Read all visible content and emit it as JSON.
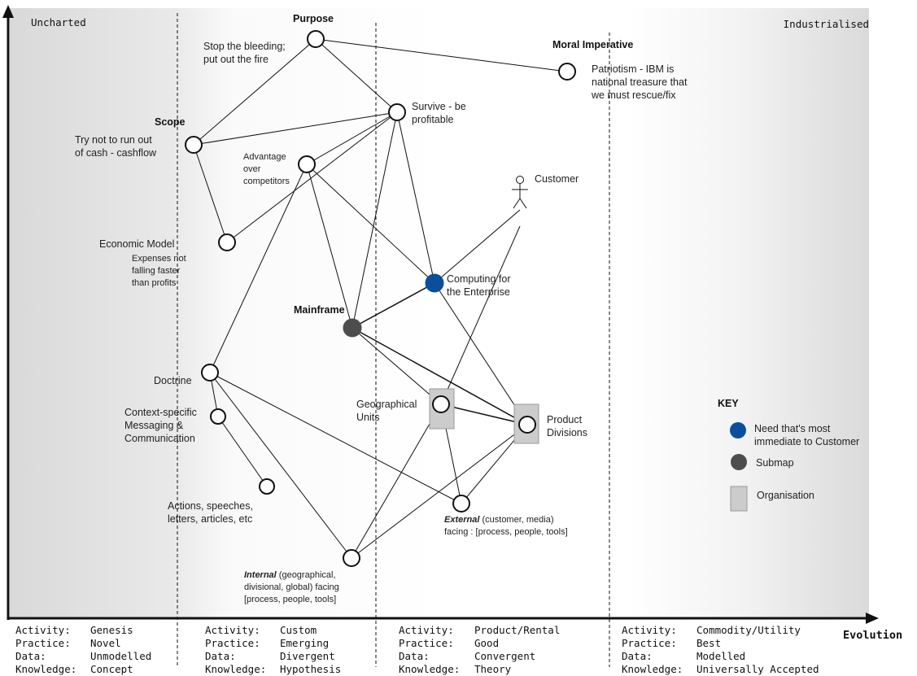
{
  "corner_labels": {
    "left": "Uncharted",
    "right": "Industrialised"
  },
  "axis": {
    "x_label": "Evolution"
  },
  "stage_columns": [
    {
      "activity_key": "Activity:",
      "activity": "Genesis",
      "practice_key": "Practice:",
      "practice": "Novel",
      "data_key": "Data:",
      "data": "Unmodelled",
      "knowledge_key": "Knowledge:",
      "knowledge": "Concept"
    },
    {
      "activity_key": "Activity:",
      "activity": "Custom",
      "practice_key": "Practice:",
      "practice": "Emerging",
      "data_key": "Data:",
      "data": "Divergent",
      "knowledge_key": "Knowledge:",
      "knowledge": "Hypothesis"
    },
    {
      "activity_key": "Activity:",
      "activity": "Product/Rental",
      "practice_key": "Practice:",
      "practice": "Good",
      "data_key": "Data:",
      "data": "Convergent",
      "knowledge_key": "Knowledge:",
      "knowledge": "Theory"
    },
    {
      "activity_key": "Activity:",
      "activity": "Commodity/Utility",
      "practice_key": "Practice:",
      "practice": "Best",
      "data_key": "Data:",
      "data": "Modelled",
      "knowledge_key": "Knowledge:",
      "knowledge": "Universally Accepted"
    }
  ],
  "headings": {
    "purpose": "Purpose",
    "moral_imperative": "Moral Imperative",
    "scope": "Scope",
    "mainframe": "Mainframe",
    "key": "KEY"
  },
  "labels": {
    "stop_bleeding_1": "Stop the bleeding;",
    "stop_bleeding_2": "put out the fire",
    "patriotism_1": "Patriotism - IBM is",
    "patriotism_2": "national treasure that",
    "patriotism_3": "we must rescue/fix",
    "survive_1": "Survive - be",
    "survive_2": "profitable",
    "cashflow_1": "Try not to run out",
    "cashflow_2": "of cash - cashflow",
    "advantage_1": "Advantage",
    "advantage_2": "over",
    "advantage_3": "competitors",
    "customer": "Customer",
    "economic_model": "Economic Model",
    "expenses_1": "Expenses not",
    "expenses_2": "falling faster",
    "expenses_3": "than profits",
    "computing_1": "Computing for",
    "computing_2": "the Enterprise",
    "doctrine": "Doctrine",
    "geo_1": "Geographical",
    "geo_2": "Units",
    "product_1": "Product",
    "product_2": "Divisions",
    "context_1": "Context-specific",
    "context_2": "Messaging &",
    "context_3": "Communication",
    "actions_1": "Actions, speeches,",
    "actions_2": "letters, articles, etc",
    "external_em": "External",
    "external_rest": " (customer, media)",
    "external_2": "facing : [process, people, tools]",
    "internal_em": "Internal",
    "internal_rest": " (geographical,",
    "internal_2": "divisional, global) facing",
    "internal_3": "[process, people, tools]"
  },
  "key_items": {
    "need_1": "Need that's  most",
    "need_2": "immediate to Customer",
    "submap": "Submap",
    "organisation": "Organisation"
  },
  "colors": {
    "need_fill": "#0b4f9c",
    "submap_fill": "#4d4d4d",
    "organisation_fill": "#cccccc",
    "uncharted_bg": "#dedede",
    "industrialised_bg": "#dcdcdc"
  }
}
